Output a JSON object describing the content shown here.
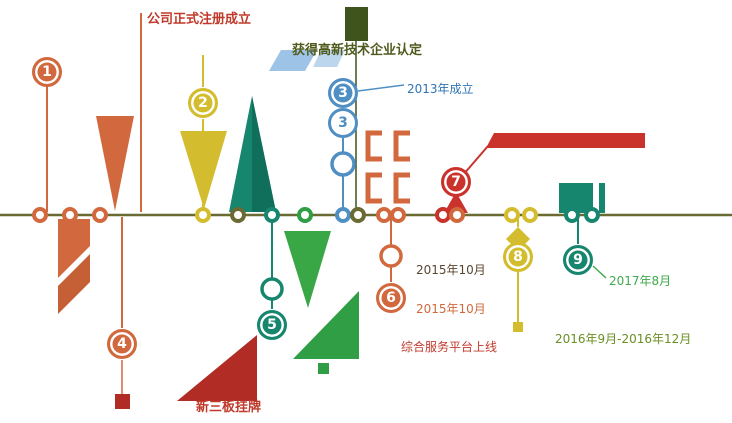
{
  "milestones": [
    {
      "num": "1"
    },
    {
      "num": "2"
    },
    {
      "num": "3"
    },
    {
      "num": "3"
    },
    {
      "num": "4"
    },
    {
      "num": "5"
    },
    {
      "num": "6"
    },
    {
      "num": "7"
    },
    {
      "num": "8"
    },
    {
      "num": "9"
    }
  ],
  "labels": {
    "m1_text": "公司正式注册成立",
    "m2_text": "获得高新技术企业认定",
    "m3_date": "2013年成立",
    "m6_date1": "2015年10月",
    "m6_date2": "2015年10月",
    "m6_text": "综合服务平台上线",
    "m7_date": "2016年9月-2016年12月",
    "m9_date": "2017年8月",
    "m4_text": "新三板挂牌"
  },
  "palette": {
    "orange": "#d2693e",
    "yellow": "#d3bd2e",
    "blue": "#4f8fc4",
    "teal": "#17866e",
    "green": "#3aa746",
    "red": "#c9332b",
    "dark_red": "#b02c24",
    "olive_line": "#6a6a33",
    "dark_green_flag": "#3f541c",
    "light_blue": "#9dc3e6"
  }
}
